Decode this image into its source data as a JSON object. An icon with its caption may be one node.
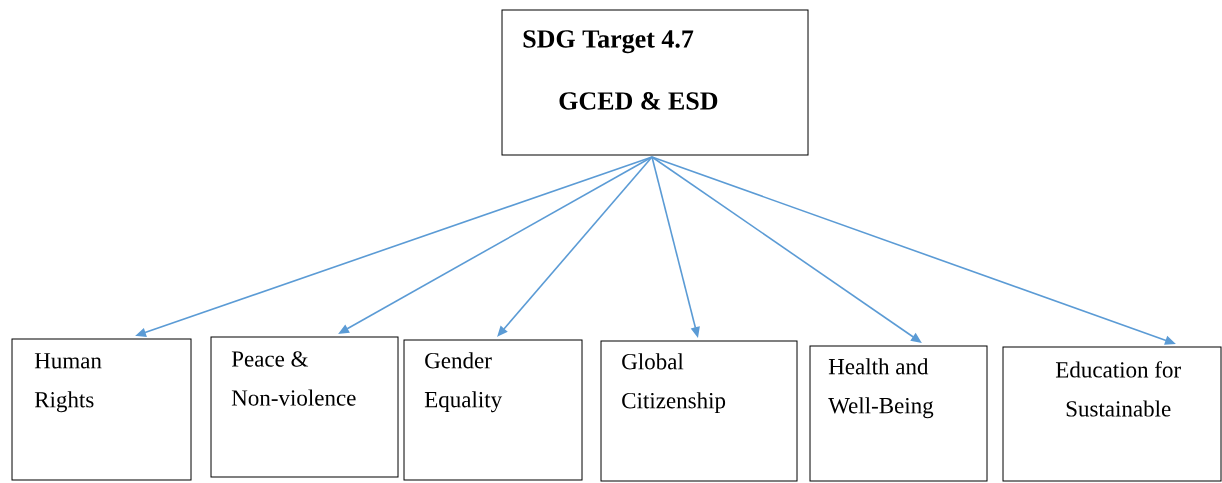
{
  "diagram": {
    "nodes": [
      {
        "text": [
          "SDG Target 4.7",
          "GCED & ESD"
        ]
      },
      {
        "text": [
          "Human Rights"
        ]
      },
      {
        "text": [
          "Peace & Non-violence"
        ]
      },
      {
        "text": [
          "Gender Equality"
        ]
      },
      {
        "text": [
          "Global Citizenship"
        ]
      },
      {
        "text": [
          "Health and Well-Being"
        ]
      },
      {
        "text": [
          "Education for Sustainable"
        ]
      }
    ],
    "edges": [
      {
        "from": 0,
        "to": 1,
        "arrow": "to"
      },
      {
        "from": 0,
        "to": 2,
        "arrow": "to"
      },
      {
        "from": 0,
        "to": 3,
        "arrow": "to"
      },
      {
        "from": 0,
        "to": 4,
        "arrow": "to"
      },
      {
        "from": 0,
        "to": 5,
        "arrow": "to"
      },
      {
        "from": 0,
        "to": 6,
        "arrow": "to"
      }
    ]
  }
}
